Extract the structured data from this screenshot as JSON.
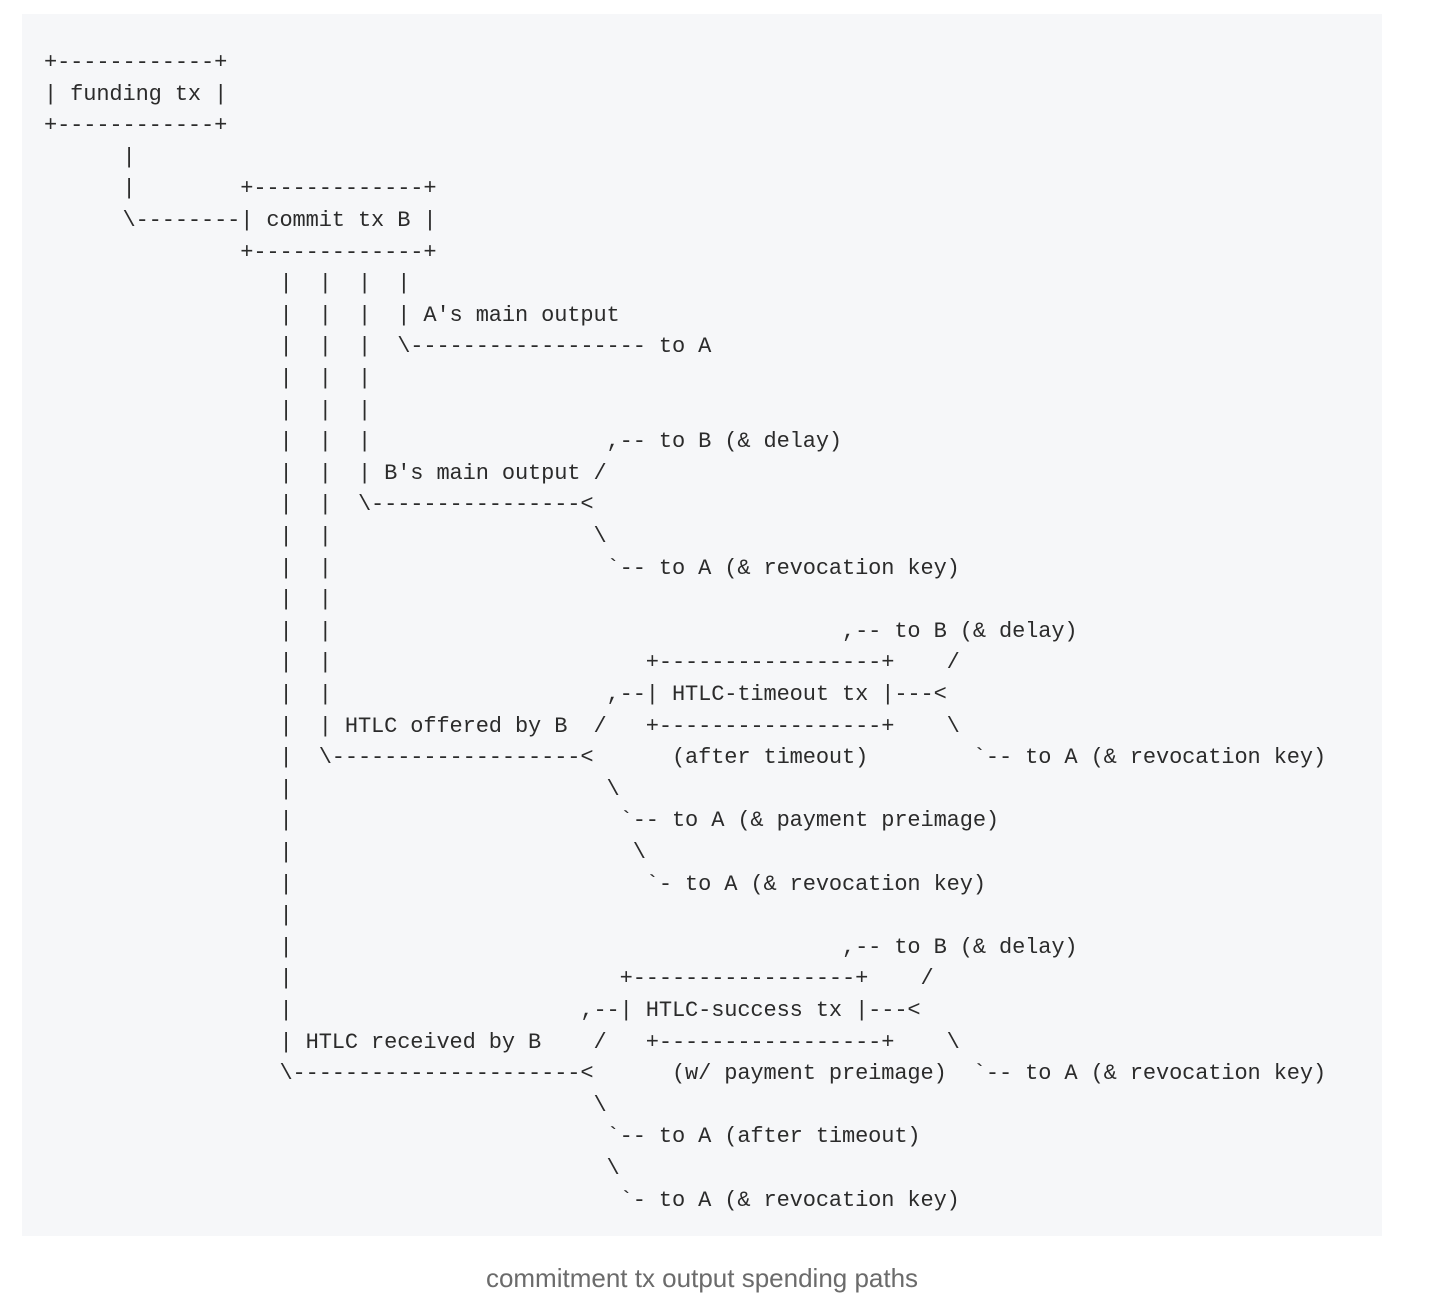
{
  "diagram": {
    "lines": [
      "+------------+",
      "| funding tx |",
      "+------------+",
      "      |",
      "      |        +-------------+",
      "      \\--------| commit tx B |",
      "               +-------------+",
      "                  |  |  |  |",
      "                  |  |  |  | A's main output",
      "                  |  |  |  \\------------------ to A",
      "                  |  |  |",
      "                  |  |  |",
      "                  |  |  |                  ,-- to B (& delay)",
      "                  |  |  | B's main output /",
      "                  |  |  \\----------------<",
      "                  |  |                    \\",
      "                  |  |                     `-- to A (& revocation key)",
      "                  |  |",
      "                  |  |                                       ,-- to B (& delay)",
      "                  |  |                        +-----------------+    /",
      "                  |  |                     ,--| HTLC-timeout tx |---<",
      "                  |  | HTLC offered by B  /   +-----------------+    \\",
      "                  |  \\-------------------<      (after timeout)        `-- to A (& revocation key)",
      "                  |                        \\",
      "                  |                         `-- to A (& payment preimage)",
      "                  |                          \\",
      "                  |                           `- to A (& revocation key)",
      "                  |",
      "                  |                                          ,-- to B (& delay)",
      "                  |                         +-----------------+    /",
      "                  |                      ,--| HTLC-success tx |---<",
      "                  | HTLC received by B    /   +-----------------+    \\",
      "                  \\----------------------<      (w/ payment preimage)  `-- to A (& revocation key)",
      "                                          \\",
      "                                           `-- to A (after timeout)",
      "                                           \\",
      "                                            `- to A (& revocation key)"
    ]
  },
  "caption": "commitment tx output spending paths"
}
